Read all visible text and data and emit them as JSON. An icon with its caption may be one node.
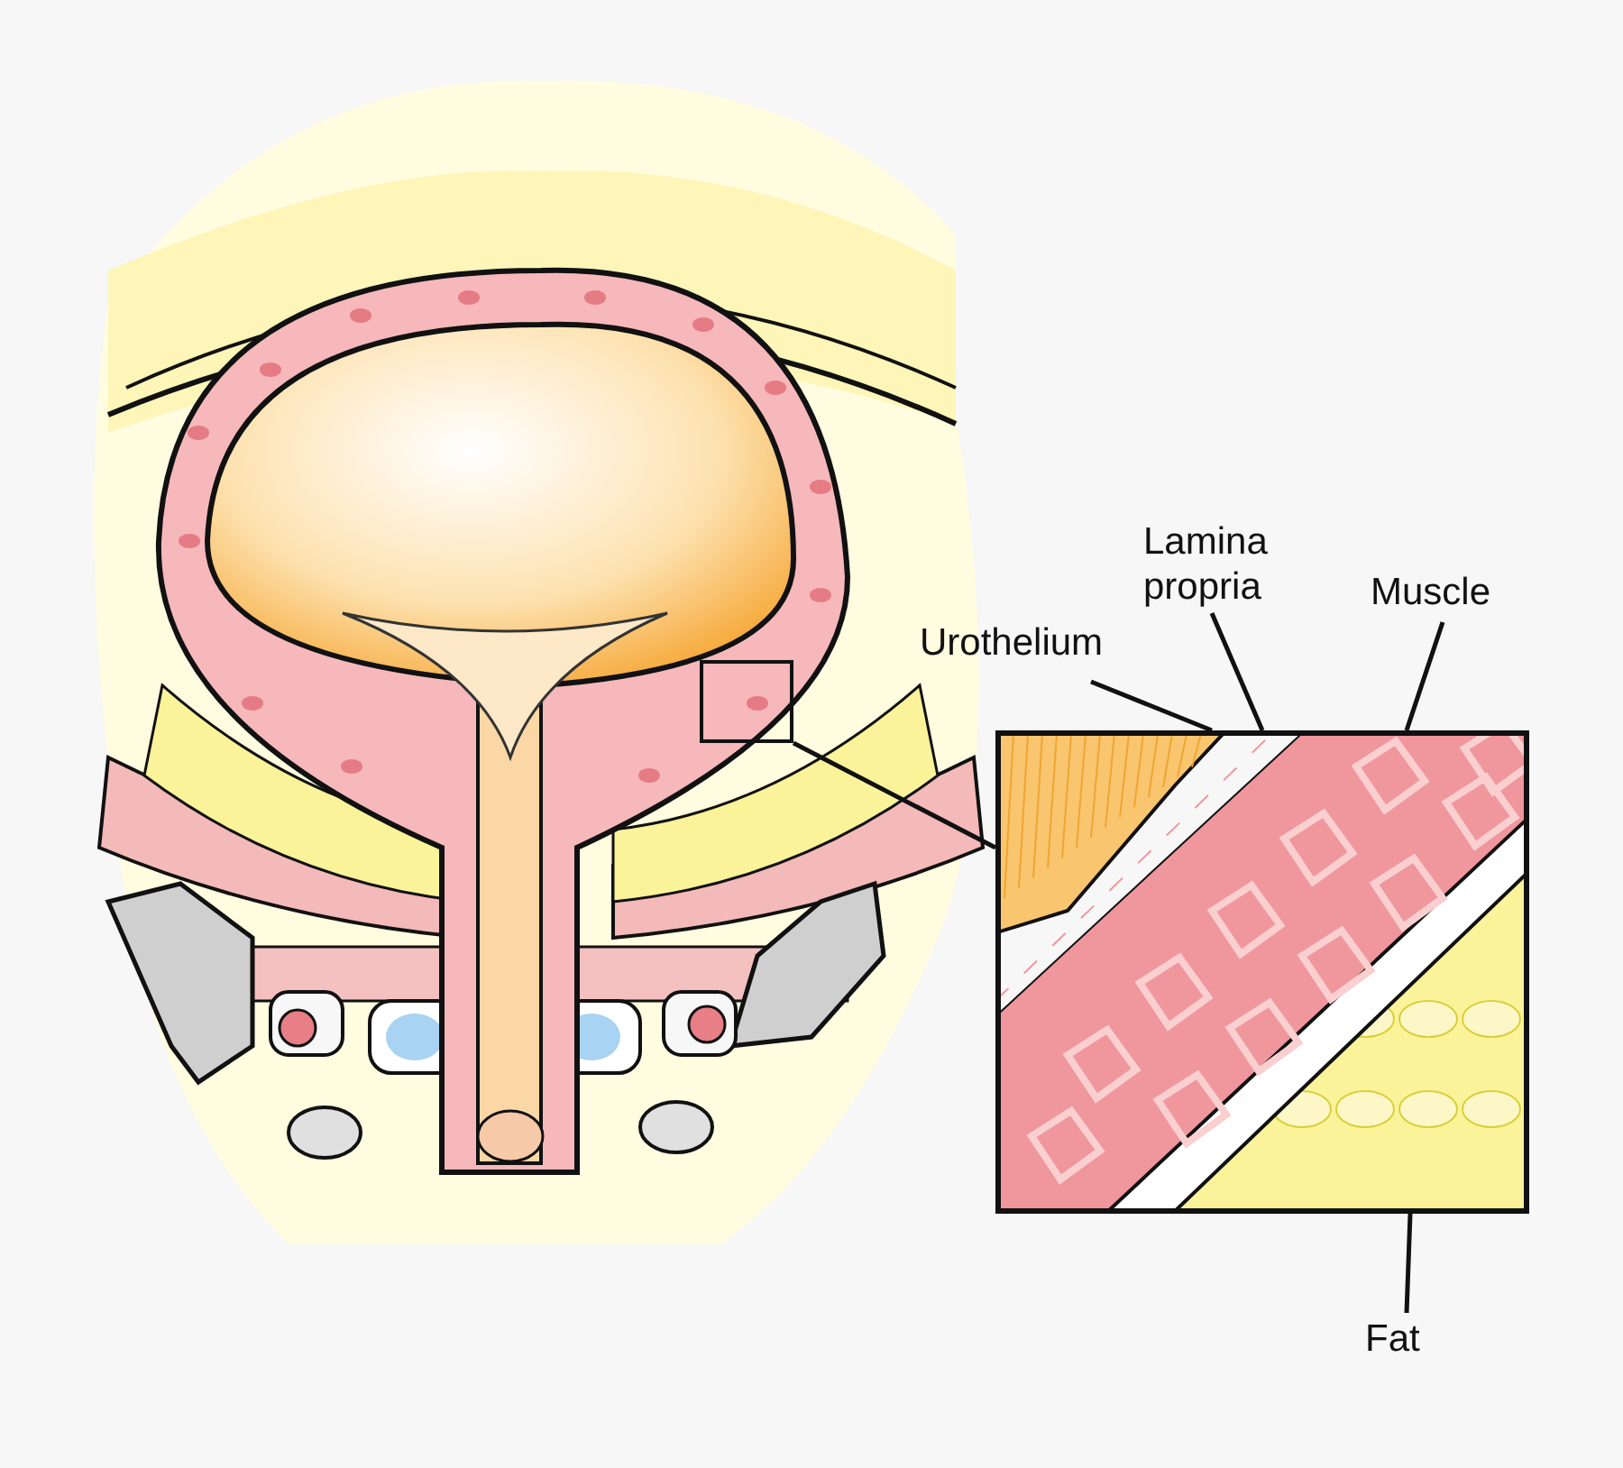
{
  "diagram": {
    "nodes": [
      {
        "text": [
          "Urothelium"
        ]
      },
      {
        "text": [
          "Lamina propria"
        ]
      },
      {
        "text": [
          "Muscle"
        ]
      },
      {
        "text": [
          "Fat"
        ]
      },
      {
        "text": [],
        "shape": "box"
      },
      {
        "text": [],
        "shape": "picture"
      }
    ],
    "edges": [
      {
        "from": 0,
        "to": 5,
        "arrow": "none"
      },
      {
        "from": 1,
        "to": 5,
        "arrow": "none"
      },
      {
        "from": 2,
        "to": 5,
        "arrow": "none"
      },
      {
        "from": 3,
        "to": 5,
        "arrow": "none"
      },
      {
        "from": 4,
        "to": 5,
        "arrow": "none"
      }
    ]
  }
}
